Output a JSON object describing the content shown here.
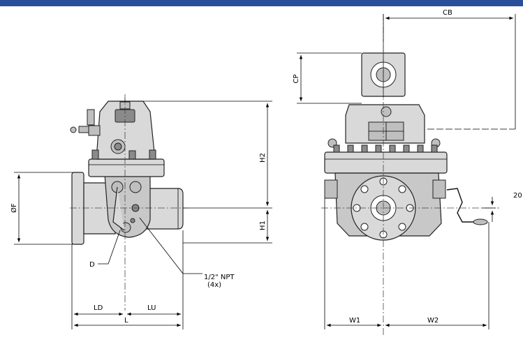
{
  "header": {
    "color": "#2a4f9a"
  },
  "labels": {
    "cb": "CB",
    "cp": "CP",
    "h2": "H2",
    "h1": "H1",
    "of": "ØF",
    "d": "D",
    "npt_line1": "1/2\" NPT",
    "npt_line2": "(4x)",
    "ld": "LD",
    "lu": "LU",
    "l": "L",
    "w1": "W1",
    "w2": "W2",
    "n20": "20"
  }
}
